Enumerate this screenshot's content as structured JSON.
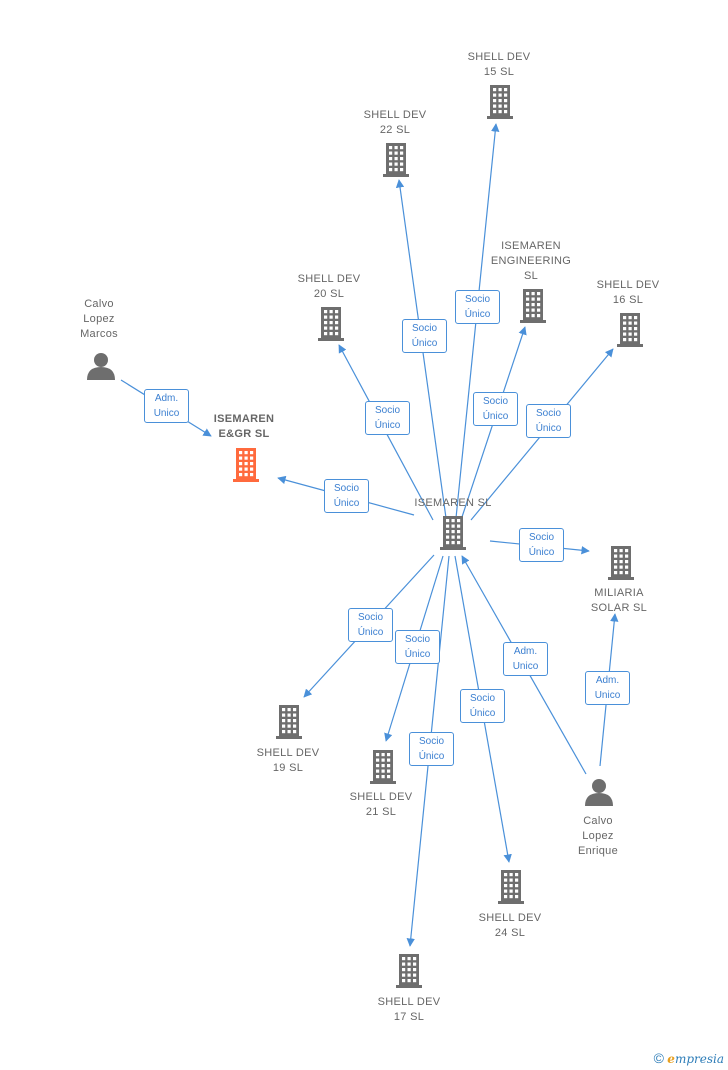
{
  "colors": {
    "edge": "#4a90d9",
    "node": "#6e6e6e",
    "highlight": "#ff6a3d"
  },
  "nodes": [
    {
      "id": "isemaren",
      "kind": "company",
      "label": "ISEMAREN SL"
    },
    {
      "id": "isemaren_egr",
      "kind": "company",
      "label": "ISEMAREN\nE&GR  SL",
      "highlight": true
    },
    {
      "id": "sd15",
      "kind": "company",
      "label": "SHELL DEV\n15  SL"
    },
    {
      "id": "sd22",
      "kind": "company",
      "label": "SHELL DEV\n22  SL"
    },
    {
      "id": "sd20",
      "kind": "company",
      "label": "SHELL DEV\n20  SL"
    },
    {
      "id": "ise_eng",
      "kind": "company",
      "label": "ISEMAREN\nENGINEERING\nSL"
    },
    {
      "id": "sd16",
      "kind": "company",
      "label": "SHELL DEV\n16  SL"
    },
    {
      "id": "miliaria",
      "kind": "company",
      "label": "MILIARIA\nSOLAR  SL"
    },
    {
      "id": "sd19",
      "kind": "company",
      "label": "SHELL DEV\n19  SL"
    },
    {
      "id": "sd21",
      "kind": "company",
      "label": "SHELL DEV\n21  SL"
    },
    {
      "id": "sd24",
      "kind": "company",
      "label": "SHELL DEV\n24  SL"
    },
    {
      "id": "sd17",
      "kind": "company",
      "label": "SHELL DEV\n17  SL"
    },
    {
      "id": "marcos",
      "kind": "person",
      "label": "Calvo\nLopez\nMarcos"
    },
    {
      "id": "enrique",
      "kind": "person",
      "label": "Calvo\nLopez\nEnrique"
    }
  ],
  "edges": [
    {
      "from": "isemaren",
      "to": "sd15",
      "label": "Socio\nÚnico"
    },
    {
      "from": "isemaren",
      "to": "sd22",
      "label": "Socio\nÚnico"
    },
    {
      "from": "isemaren",
      "to": "sd20",
      "label": "Socio\nÚnico"
    },
    {
      "from": "isemaren",
      "to": "ise_eng",
      "label": "Socio\nÚnico"
    },
    {
      "from": "isemaren",
      "to": "sd16",
      "label": "Socio\nÚnico"
    },
    {
      "from": "isemaren",
      "to": "isemaren_egr",
      "label": "Socio\nÚnico"
    },
    {
      "from": "isemaren",
      "to": "miliaria",
      "label": "Socio\nÚnico"
    },
    {
      "from": "isemaren",
      "to": "sd19",
      "label": "Socio\nÚnico"
    },
    {
      "from": "isemaren",
      "to": "sd21",
      "label": "Socio\nÚnico"
    },
    {
      "from": "isemaren",
      "to": "sd17",
      "label": "Socio\nÚnico"
    },
    {
      "from": "isemaren",
      "to": "sd24",
      "label": "Socio\nÚnico"
    },
    {
      "from": "marcos",
      "to": "isemaren_egr",
      "label": "Adm.\nUnico"
    },
    {
      "from": "enrique",
      "to": "isemaren",
      "label": "Adm.\nUnico"
    },
    {
      "from": "enrique",
      "to": "miliaria",
      "label": "Adm.\nUnico"
    }
  ],
  "footer": {
    "copyright": "©",
    "brand_initial": "e",
    "brand_rest": "mpresia"
  }
}
